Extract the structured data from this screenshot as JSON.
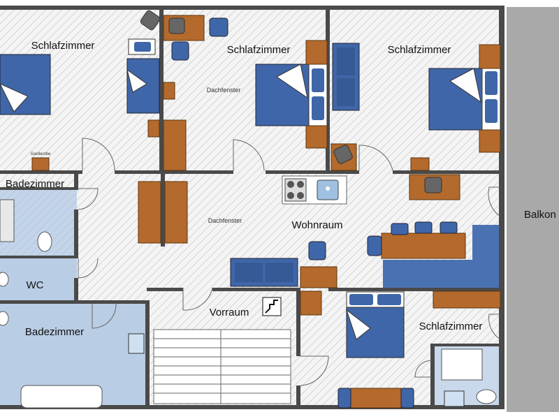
{
  "rooms": {
    "schlafzimmer_1": "Schlafzimmer",
    "schlafzimmer_2": "Schlafzimmer",
    "schlafzimmer_3": "Schlafzimmer",
    "schlafzimmer_4": "Schlafzimmer",
    "badezimmer_1": "Badezimmer",
    "badezimmer_2": "Badezimmer",
    "wc": "WC",
    "wohnraum": "Wohnraum",
    "vorraum": "Vorraum",
    "balkon": "Balkon"
  },
  "skylights": {
    "dachfenster_1": "Dachfenster",
    "dachfenster_2": "Dachfenster"
  },
  "wardrobes": {
    "garderobe": "Garderobe"
  },
  "colors": {
    "wall": "#4a4a4a",
    "floor_hatch": "#d6d6d6",
    "bath_floor": "#b9cde4",
    "furniture_blue": "#3f66a8",
    "furniture_wood": "#b46a2c",
    "balcony": "#a7a7a7"
  }
}
